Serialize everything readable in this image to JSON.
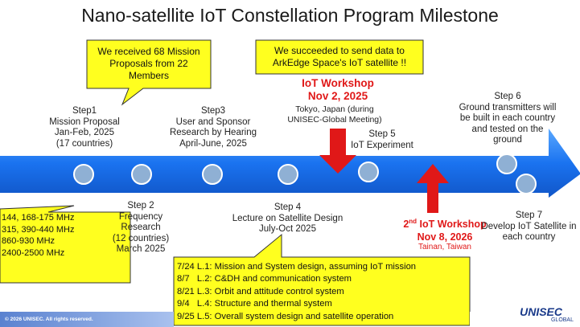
{
  "title": "Nano-satellite IoT Constellation Program Milestone",
  "callouts": {
    "proposals": "We received 68 Mission Proposals from 22 Members",
    "succeeded": "We succeeded to send data to ArkEdge Space's IoT satellite !!"
  },
  "steps": {
    "s1": [
      "Step1",
      "Mission Proposal",
      "Jan-Feb, 2025",
      "(17 countries)"
    ],
    "s2": [
      "Step 2",
      "Frequency",
      "Research",
      "(12 countries)",
      "March 2025"
    ],
    "s3": [
      "Step3",
      "User and Sponsor",
      "Research by Hearing",
      "April-June, 2025"
    ],
    "s4": [
      "Step 4",
      "Lecture on Satellite Design",
      "July-Oct 2025"
    ],
    "s5": [
      "Step 5",
      "IoT Experiment"
    ],
    "s6": [
      "Step 6",
      "Ground transmitters will",
      "be built in each country",
      "and tested on the",
      "ground"
    ],
    "s7": [
      "Step 7",
      "Develop IoT Satellite in",
      "each country"
    ]
  },
  "workshop1": {
    "title": "IoT Workshop",
    "date": "Nov 2, 2025",
    "place": [
      "Tokyo, Japan (during",
      "UNISEC-Global Meeting)"
    ]
  },
  "workshop2": {
    "ordinal": "2",
    "sup": "nd",
    "title": " IoT Workshop",
    "date": "Nov 8, 2026",
    "place": "Tainan, Taiwan"
  },
  "frequencies": [
    "144, 168-175 MHz",
    "315, 390-440 MHz",
    "860-930 MHz",
    "2400-2500 MHz"
  ],
  "lectures": [
    "7/24 L.1: Mission and System design, assuming IoT mission",
    "8/7   L.2: C&DH and communication system",
    "8/21 L.3: Orbit and attitude control system",
    "9/4   L.4: Structure and thermal system",
    "9/25 L.5: Overall system design and satellite operation"
  ],
  "footer": "© 2026 UNISEC. All rights reserved.",
  "logo": "UNISEC",
  "logo_suffix": "GLOBAL",
  "colors": {
    "arrow": "#1a73f0",
    "callout": "#ffff1f",
    "red": "#e01818",
    "footer_bar": "#6b8fd6"
  }
}
